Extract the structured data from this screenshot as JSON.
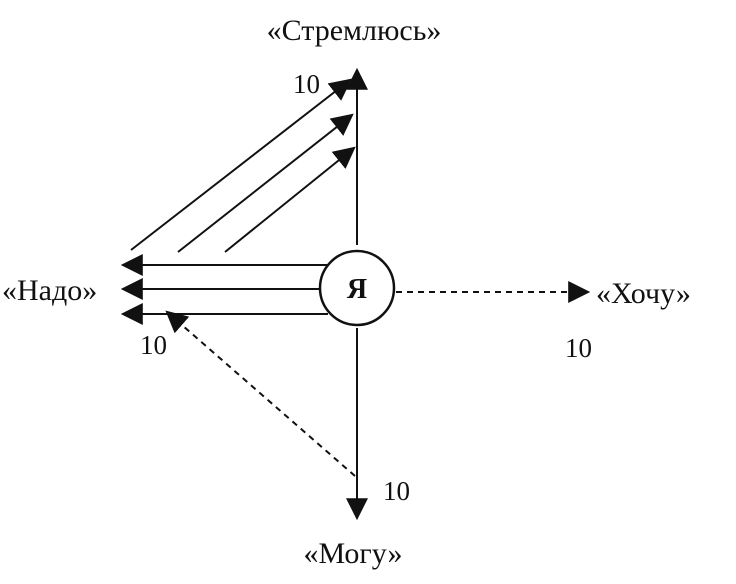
{
  "axes": {
    "up": {
      "label": "«Стремлюсь»",
      "scale": "10"
    },
    "left": {
      "label": "«Надо»",
      "scale": "10"
    },
    "right": {
      "label": "«Хочу»",
      "scale": "10"
    },
    "down": {
      "label": "«Могу»",
      "scale": "10"
    }
  },
  "center": {
    "label": "Я"
  },
  "colors": {
    "ink": "#111111",
    "background": "#ffffff"
  }
}
